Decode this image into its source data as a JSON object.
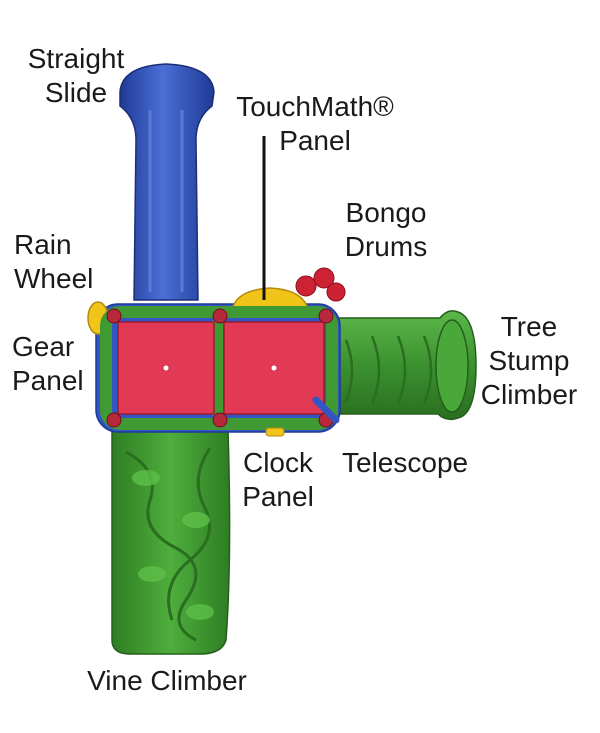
{
  "labels": {
    "straight_slide": [
      "Straight",
      "Slide"
    ],
    "touchmath_panel": [
      "TouchMath®",
      "Panel"
    ],
    "bongo_drums": [
      "Bongo",
      "Drums"
    ],
    "rain_wheel": [
      "Rain",
      "Wheel"
    ],
    "gear_panel": [
      "Gear",
      "Panel"
    ],
    "tree_stump_climber": [
      "Tree",
      "Stump",
      "Climber"
    ],
    "clock_panel": [
      "Clock",
      "Panel"
    ],
    "telescope": "Telescope",
    "vine_climber": "Vine Climber"
  },
  "colors": {
    "slide": "#2e4fb8",
    "deck": "#e23a55",
    "frame_green": "#3f9a34",
    "tree_stump": "#3c9130",
    "vine": "#3e9a30",
    "touchmath": "#f0c419",
    "bongo": "#cc2233",
    "posts_blue": "#3456c4"
  }
}
